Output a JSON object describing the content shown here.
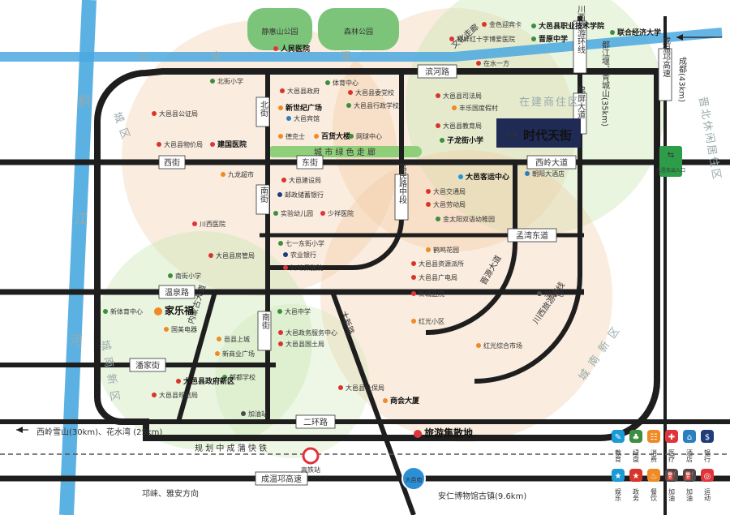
{
  "colors": {
    "road": "#1e1e1e",
    "river": "#4aa8e0",
    "park": "#7cc47a",
    "greenbelt": "#8fcf7a",
    "zone_orange": "#f2c9a0",
    "zone_green": "#cfe8b8",
    "badge_navy": "#1f2a55",
    "hospital": "#e0343b",
    "school": "#3b8f3e",
    "gov": "#d9342b",
    "shopping": "#f08a24"
  },
  "parks": {
    "north_west": "静惠山公园",
    "north_east": "森林公园"
  },
  "rivers": {
    "vertical": [
      "斜",
      "江",
      "河"
    ],
    "horizontal": [
      "三",
      "合",
      "堰"
    ]
  },
  "roads": {
    "binhe": "滨河路",
    "xijie": "西街",
    "dongjie": "东街",
    "beijie": "北街",
    "nanjie": "南街",
    "xiling": "西岭大道",
    "mengwan": "孟湾东道",
    "wenquan": "温泉路",
    "panjia": "潘家街",
    "erhuan": "二环路",
    "fumin": "富民路中段",
    "jinjiang": "锦屏大道",
    "chuanxi_ring_n": "川西旅游环线",
    "chuanxi_ring_s": "川西旅游环线",
    "neimeng": "内蒙古大道",
    "daxin": "大新路",
    "xinghua": "晋源大道",
    "chengqiong": "成温邛高速",
    "chengqiong_v": "成温邛高速",
    "wenhua": "文化走廊",
    "greenbelt": "城 市 绿 色 走 廊",
    "railway": "规 划 中 成 蒲 快 铁"
  },
  "directions": {
    "chengdu": "成都(43km)",
    "duijiang": "都江堰、青城山(35km)",
    "xiling": "西岭雪山(30km)、花水湾 (25km)",
    "qionglai": "邛崃、雅安方向",
    "anren": "安仁博物馆古镇(9.6km)"
  },
  "districts": {
    "ne_living": "晋北休闲居住区",
    "construction": "在建商住区",
    "west_area": "城 区",
    "south_new": "城 南 新 区",
    "southeast_new": "城 南 新 区",
    "sw_new": "城 南 新 区"
  },
  "exit": {
    "label": "大邑东出入口"
  },
  "highway_badge": "大邑南",
  "station": "高铁站",
  "project": {
    "name": "时代天街",
    "prefix": "龙湖"
  },
  "pois": [
    {
      "label": "金色迎宾卡",
      "kind": "gov"
    },
    {
      "label": "大邑县职业技术学院",
      "kind": "school",
      "bold": true
    },
    {
      "label": "晋原中学",
      "kind": "school",
      "bold": true
    },
    {
      "label": "银屏红十字博爱医院",
      "kind": "hospital"
    },
    {
      "label": "联合经济大学",
      "kind": "school",
      "bold": true
    },
    {
      "label": "在水一方",
      "kind": "gov"
    },
    {
      "label": "人民医院",
      "kind": "hospital",
      "bold": true
    },
    {
      "label": "北街小学",
      "kind": "school"
    },
    {
      "label": "大邑县政府",
      "kind": "gov"
    },
    {
      "label": "体育中心",
      "kind": "sport"
    },
    {
      "label": "大邑县委党校",
      "kind": "gov"
    },
    {
      "label": "大邑县司法局",
      "kind": "gov"
    },
    {
      "label": "丰乐国度假村",
      "kind": "shopping"
    },
    {
      "label": "大邑县公证局",
      "kind": "gov"
    },
    {
      "label": "新世纪广场",
      "kind": "shopping",
      "bold": true
    },
    {
      "label": "大邑宾馆",
      "kind": "hotel"
    },
    {
      "label": "大邑县行政学校",
      "kind": "school"
    },
    {
      "label": "大邑县教育局",
      "kind": "gov"
    },
    {
      "label": "德克士",
      "kind": "food"
    },
    {
      "label": "百货大楼",
      "kind": "shopping",
      "bold": true
    },
    {
      "label": "网球中心",
      "kind": "sport"
    },
    {
      "label": "子龙街小学",
      "kind": "school",
      "bold": true
    },
    {
      "label": "大邑县物价局",
      "kind": "gov"
    },
    {
      "label": "建国医院",
      "kind": "hospital",
      "bold": true
    },
    {
      "label": "大邑客运中心",
      "kind": "bus",
      "bold": true
    },
    {
      "label": "朝阳大酒店",
      "kind": "hotel"
    },
    {
      "label": "九龙超市",
      "kind": "shopping"
    },
    {
      "label": "大邑建设局",
      "kind": "gov"
    },
    {
      "label": "邮政储蓄银行",
      "kind": "bank"
    },
    {
      "label": "大邑交通局",
      "kind": "gov"
    },
    {
      "label": "大邑劳动局",
      "kind": "gov"
    },
    {
      "label": "实验幼儿园",
      "kind": "school"
    },
    {
      "label": "少祥医院",
      "kind": "hospital"
    },
    {
      "label": "川西医院",
      "kind": "hospital"
    },
    {
      "label": "金太阳双语幼稚园",
      "kind": "school"
    },
    {
      "label": "七一东街小学",
      "kind": "school"
    },
    {
      "label": "鹤鸣花园",
      "kind": "shopping"
    },
    {
      "label": "大邑县房管局",
      "kind": "gov"
    },
    {
      "label": "农业银行",
      "kind": "bank"
    },
    {
      "label": "大邑县资源派所",
      "kind": "gov"
    },
    {
      "label": "妇幼保健院",
      "kind": "hospital"
    },
    {
      "label": "大邑县广电局",
      "kind": "gov"
    },
    {
      "label": "南街小学",
      "kind": "school"
    },
    {
      "label": "新城医院",
      "kind": "hospital"
    },
    {
      "label": "加油站",
      "kind": "gas"
    },
    {
      "label": "新体育中心",
      "kind": "sport"
    },
    {
      "label": "家乐福",
      "kind": "shopping",
      "big": true
    },
    {
      "label": "大邑中学",
      "kind": "school"
    },
    {
      "label": "红光小区",
      "kind": "shopping"
    },
    {
      "label": "国美电器",
      "kind": "shopping"
    },
    {
      "label": "大邑政务服务中心",
      "kind": "gov"
    },
    {
      "label": "邑县上城",
      "kind": "shopping"
    },
    {
      "label": "大邑县国土局",
      "kind": "gov"
    },
    {
      "label": "红光综合市场",
      "kind": "shopping"
    },
    {
      "label": "新商业广场",
      "kind": "shopping"
    },
    {
      "label": "郁都学校",
      "kind": "school"
    },
    {
      "label": "大邑县政府新区",
      "kind": "gov",
      "bold": true
    },
    {
      "label": "大邑县社保局",
      "kind": "gov"
    },
    {
      "label": "大邑县规划局",
      "kind": "gov"
    },
    {
      "label": "商会大厦",
      "kind": "shopping",
      "bold": true
    },
    {
      "label": "加油站",
      "kind": "gas"
    },
    {
      "label": "旅游集散地",
      "kind": "travel",
      "big": true
    }
  ],
  "legend": [
    {
      "label": "教育",
      "icon": "education-icon",
      "color": "#1a9ad6"
    },
    {
      "label": "绿盘",
      "icon": "park-icon",
      "color": "#3b8f3e"
    },
    {
      "label": "消费",
      "icon": "shopping-icon",
      "color": "#f08a24"
    },
    {
      "label": "医疗",
      "icon": "hospital-icon",
      "color": "#e0343b"
    },
    {
      "label": "酒店",
      "icon": "hotel-icon",
      "color": "#2a7fc0"
    },
    {
      "label": "银行",
      "icon": "bank-icon",
      "color": "#1f3d7a"
    },
    {
      "label": "娱乐",
      "icon": "entertainment-icon",
      "color": "#1a9ad6"
    },
    {
      "label": "政务",
      "icon": "government-icon",
      "color": "#d9342b"
    },
    {
      "label": "餐饮",
      "icon": "food-icon",
      "color": "#f08a24"
    },
    {
      "label": "加油",
      "icon": "gas-icon",
      "color": "#4a4a4a"
    },
    {
      "label": "加油",
      "icon": "gas-icon-2",
      "color": "#4a4a4a"
    },
    {
      "label": "运动",
      "icon": "sport-icon",
      "color": "#e0343b"
    }
  ]
}
